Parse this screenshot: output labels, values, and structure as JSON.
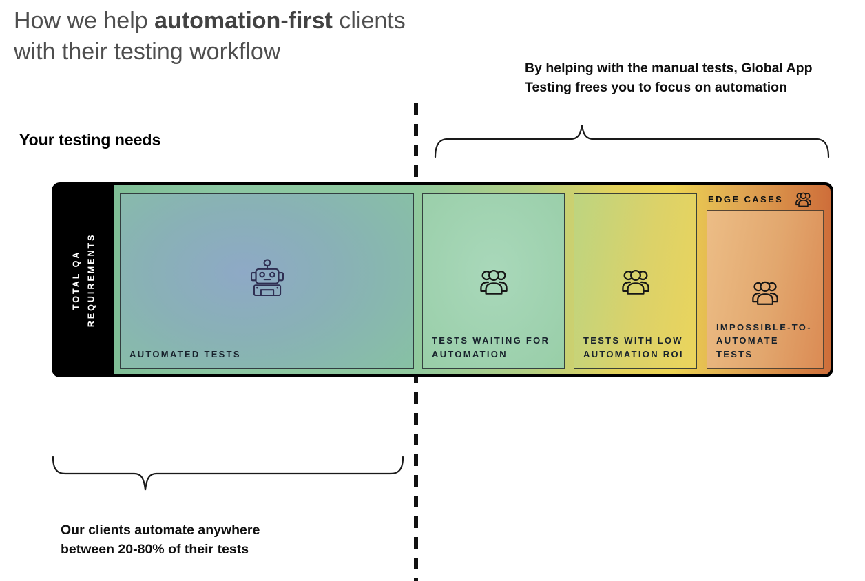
{
  "title": {
    "part1": "How we help ",
    "bold": "automation-first",
    "part2": " clients",
    "line2": "with their testing workflow"
  },
  "right_annotation": {
    "line1": "By helping with the manual tests, Global App",
    "line2_prefix": "Testing frees you to focus on ",
    "underlined": "automation"
  },
  "left_label": "Your testing needs",
  "bar": {
    "strip": {
      "line1": "TOTAL QA",
      "line2": "REQUIREMENTS"
    },
    "sections": [
      {
        "label": "AUTOMATED TESTS",
        "icon": "robot"
      },
      {
        "label": "TESTS WAITING FOR AUTOMATION",
        "icon": "people"
      },
      {
        "label": "TESTS WITH LOW AUTOMATION ROI",
        "icon": "people"
      },
      {
        "label": "IMPOSSIBLE-TO-AUTOMATE TESTS",
        "icon": "people"
      }
    ],
    "edge_cases_label": "EDGE CASES"
  },
  "bottom_annotation": {
    "line1": "Our clients automate anywhere",
    "line2": "between 20-80% of their tests"
  },
  "colors": {
    "title_gray": "#4e4e4e",
    "bar_green": "#8bc7a2",
    "bar_yellow": "#ecd351",
    "bar_orange": "#ce6e3a",
    "strip_black": "#000000",
    "box1_blue": "#8ea9c6",
    "robot_navy": "#2e2e52",
    "icon_black": "#161616"
  }
}
